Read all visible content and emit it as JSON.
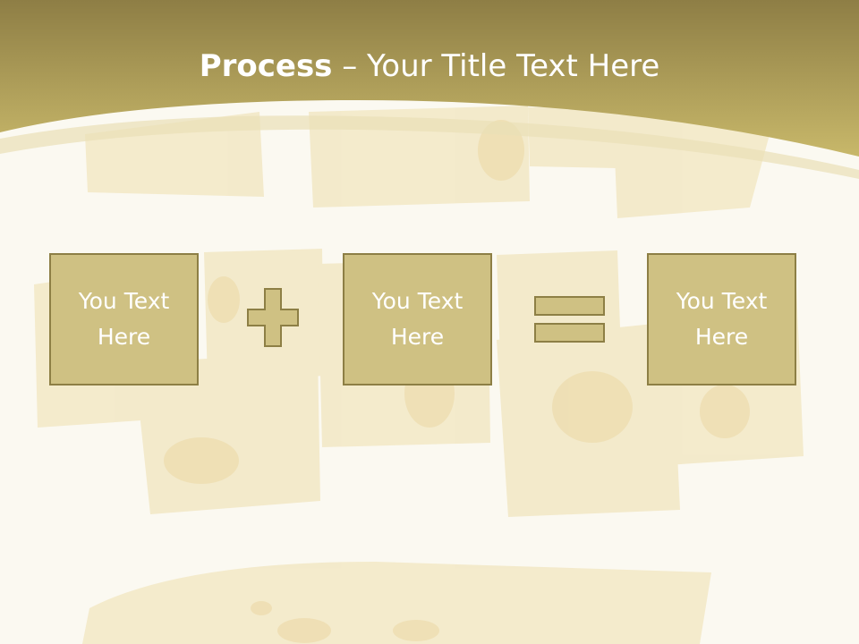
{
  "header": {
    "title_bold": "Process",
    "title_rest": " – Your Title Text Here"
  },
  "process": {
    "step1": "You Text Here",
    "operator1": "plus-icon",
    "step2": "You Text Here",
    "operator2": "equals-icon",
    "step3": "You Text Here"
  },
  "theme": {
    "band_dark": "#8e7e45",
    "band_light": "#c8b86a",
    "box_fill": "#cfc183",
    "box_border": "#8d7f45",
    "text": "#ffffff"
  }
}
